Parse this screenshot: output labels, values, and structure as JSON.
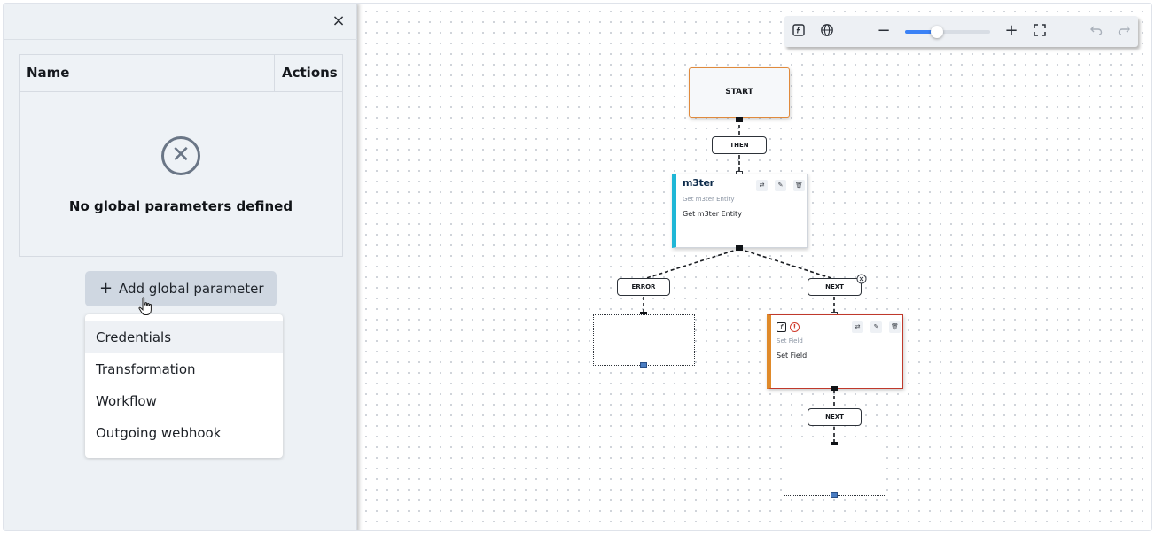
{
  "panel": {
    "close_glyph": "×",
    "table": {
      "headers": [
        "Name",
        "Actions"
      ],
      "empty_icon": "close-circle-icon",
      "empty_message": "No global parameters defined"
    },
    "add_button": {
      "plus": "+",
      "label": "Add global parameter"
    },
    "menu_items": [
      "Credentials",
      "Transformation",
      "Workflow",
      "Outgoing webhook"
    ]
  },
  "toolbar": {
    "icons": [
      "function-icon",
      "globe-icon",
      "zoom-out-icon",
      "zoom-in-icon",
      "fullscreen-icon",
      "undo-icon",
      "redo-icon"
    ],
    "zoom_level": 0.38
  },
  "flow": {
    "start_label": "START",
    "then_label": "THEN",
    "m3ter_node": {
      "logo": "m3ter",
      "subtitle": "Get m3ter Entity",
      "title": "Get m3ter Entity",
      "accent": "#1fb6d6"
    },
    "error_label": "ERROR",
    "next_label_1": "NEXT",
    "setfield_node": {
      "subtitle": "Set Field",
      "title": "Set Field",
      "accent": "#e08a2a",
      "border": "#c0392b"
    },
    "next_label_2": "NEXT"
  }
}
